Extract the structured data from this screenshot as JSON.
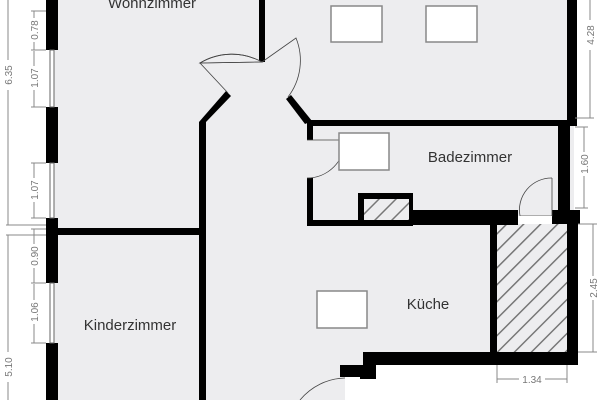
{
  "rooms": {
    "living": "Wohnzimmer",
    "bath": "Badezimmer",
    "kitchen": "Küche",
    "kids": "Kinderzimmer"
  },
  "dimensions": {
    "left_total_top": "6.35",
    "left_total_bottom": "5.10",
    "left_segments": [
      "0.78",
      "1.07",
      "1.07",
      "0.90",
      "1.06"
    ],
    "right_top": "4.28",
    "right_bath": "1.60",
    "right_pantry": "2.45",
    "bottom_pantry": "1.34"
  },
  "colors": {
    "floor": "#ededef",
    "wall": "#000000",
    "dimension": "#888888"
  }
}
